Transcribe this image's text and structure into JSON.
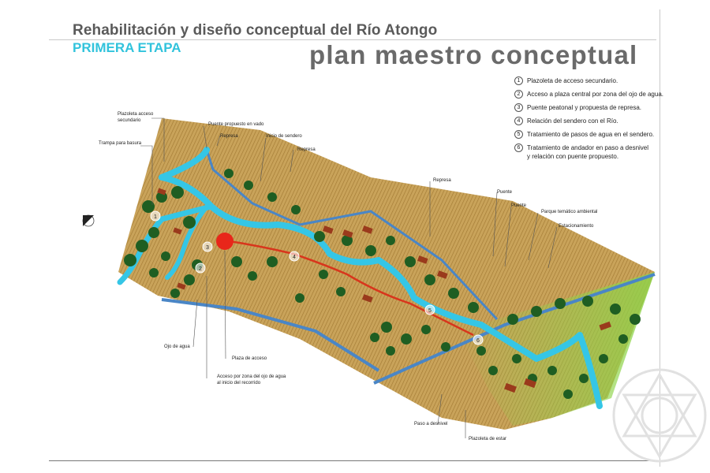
{
  "header": {
    "title": "Rehabilitación y diseño conceptual del Río Atongo",
    "subtitle": "PRIMERA ETAPA",
    "heading": "plan maestro conceptual"
  },
  "legend": [
    {
      "num": "1",
      "text": "Plazoleta de acceso secundario."
    },
    {
      "num": "2",
      "text": "Acceso a plaza central por zona del ojo de agua."
    },
    {
      "num": "3",
      "text": "Puente peatonal y propuesta de represa."
    },
    {
      "num": "4",
      "text": "Relación del sendero con el Río."
    },
    {
      "num": "5",
      "text": "Tratamiento de pasos de agua en el sendero."
    },
    {
      "num": "6",
      "text": "Tratamiento de andador en paso a desnivel\ny relación con puente propuesto."
    }
  ],
  "callouts": {
    "plazoleta_acceso": "Plazoleta acceso\nsecundario",
    "puente_vado": "Puente propuesto en vado",
    "trampa_basura": "Trampa para basura",
    "represa_1": "Represa",
    "inicio_sendero": "Inicio de sendero",
    "represa_2": "Represa",
    "represa_3": "Represa",
    "puente_1": "Puente",
    "puente_2": "Puente",
    "parque_tematico": "Parque temático ambiental",
    "estacionamiento": "Estacionamiento",
    "ojo_agua": "Ojo de agua",
    "plaza_acceso": "Plaza de acceso",
    "acceso_ojo": "Acceso por zona del ojo de agua\nal inicio del recorrido",
    "paso_desnivel": "Paso a desnivel",
    "plazoleta_estar": "Plazoleta de estar"
  },
  "map_markers": [
    "1",
    "2",
    "3",
    "4",
    "5",
    "6"
  ],
  "colors": {
    "terrain": "#c9a35a",
    "terrain_dark": "#a37a33",
    "river": "#35c6e6",
    "road": "#4a86c6",
    "trees": "#1f5e22",
    "path": "#d8361c",
    "plaza": "#e8261a",
    "buildings": "#9a3a1c"
  }
}
